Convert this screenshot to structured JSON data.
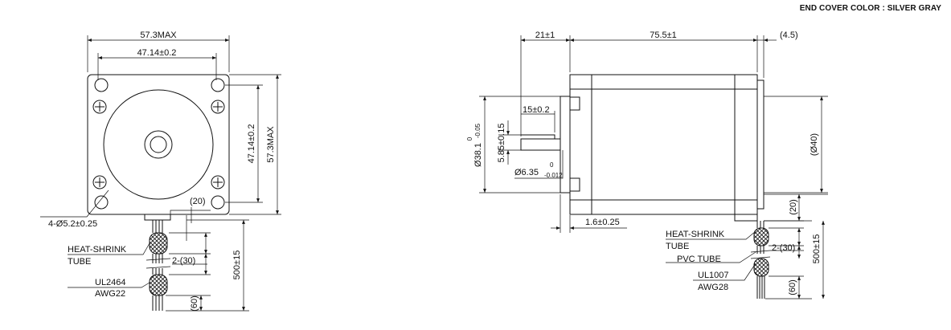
{
  "note": "END COVER COLOR : SILVER GRAY",
  "front_view": {
    "dims": {
      "width_max": "57.3MAX",
      "hole_pitch_h": "47.14±0.2",
      "hole_pitch_v": "47.14±0.2",
      "height_max": "57.3MAX",
      "holes": "4-Ø5.2±0.25",
      "lead_exit": "(20)",
      "lead_length": "500±15",
      "lead_spacing": "2-(30)",
      "lead_strip": "(60)"
    },
    "labels": {
      "heat_shrink_1": "HEAT-SHRINK",
      "heat_shrink_2": "TUBE",
      "wire_1": "UL2464",
      "wire_2": "AWG22"
    }
  },
  "side_view": {
    "dims": {
      "shaft_length": "21±1",
      "body_length": "75.5±1",
      "rear": "(4.5)",
      "flat_length": "15±0.2",
      "boss_dia": "Ø38.1",
      "boss_tol_top": "0",
      "boss_tol_bot": "-0.05",
      "flat_depth": "5.85±0.15",
      "shaft_dia": "Ø6.35",
      "shaft_tol_top": "0",
      "shaft_tol_bot": "-0.012",
      "flange": "1.6±0.25",
      "rear_dia": "(Ø40)",
      "lead_exit": "(20)",
      "lead_length": "500±15",
      "lead_spacing": "2-(30)",
      "lead_strip": "(60)"
    },
    "labels": {
      "heat_shrink_1": "HEAT-SHRINK",
      "heat_shrink_2": "TUBE",
      "pvc": "PVC TUBE",
      "wire_1": "UL1007",
      "wire_2": "AWG28"
    }
  }
}
